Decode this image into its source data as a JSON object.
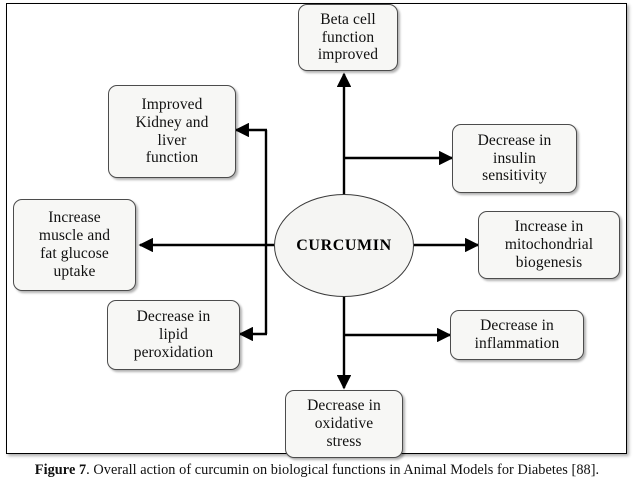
{
  "figure": {
    "center_label": "CURCUMIN",
    "caption_label": "Figure 7",
    "caption_text": ". Overall action of curcumin on biological functions in Animal Models for Diabetes [88].",
    "colors": {
      "node_fill": "#f7f7f5",
      "node_border": "#4c4c4c",
      "connector": "#000000",
      "frame_border": "#000000",
      "text": "#101010"
    },
    "nodes": [
      {
        "id": "beta-cell-function-improved",
        "label": "Beta cell\nfunction\nimproved"
      },
      {
        "id": "improved-kidney-and-liver-function",
        "label": "Improved\nKidney and\nliver\nfunction"
      },
      {
        "id": "increase-muscle-and-fat-glucose-uptake",
        "label": "Increase\nmuscle and\nfat glucose\nuptake"
      },
      {
        "id": "decrease-in-lipid-peroxidation",
        "label": "Decrease in\nlipid\nperoxidation"
      },
      {
        "id": "decrease-in-oxidative-stress",
        "label": "Decrease in\noxidative\nstress"
      },
      {
        "id": "decrease-in-insulin-sensitivity",
        "label": "Decrease in\ninsulin\nsensitivity"
      },
      {
        "id": "increase-in-mitochondrial-biogenesis",
        "label": "Increase in\nmitochondrial\nbiogenesis"
      },
      {
        "id": "decrease-in-inflammation",
        "label": "Decrease in\ninflammation"
      }
    ],
    "edges": [
      {
        "from": "CURCUMIN",
        "to": "beta-cell-function-improved",
        "direction": "up"
      },
      {
        "from": "CURCUMIN",
        "to": "improved-kidney-and-liver-function",
        "direction": "up-left"
      },
      {
        "from": "CURCUMIN",
        "to": "increase-muscle-and-fat-glucose-uptake",
        "direction": "left"
      },
      {
        "from": "CURCUMIN",
        "to": "decrease-in-lipid-peroxidation",
        "direction": "down-left"
      },
      {
        "from": "CURCUMIN",
        "to": "decrease-in-oxidative-stress",
        "direction": "down"
      },
      {
        "from": "CURCUMIN",
        "to": "decrease-in-insulin-sensitivity",
        "direction": "up-right"
      },
      {
        "from": "CURCUMIN",
        "to": "increase-in-mitochondrial-biogenesis",
        "direction": "right"
      },
      {
        "from": "CURCUMIN",
        "to": "decrease-in-inflammation",
        "direction": "down-right"
      }
    ]
  }
}
